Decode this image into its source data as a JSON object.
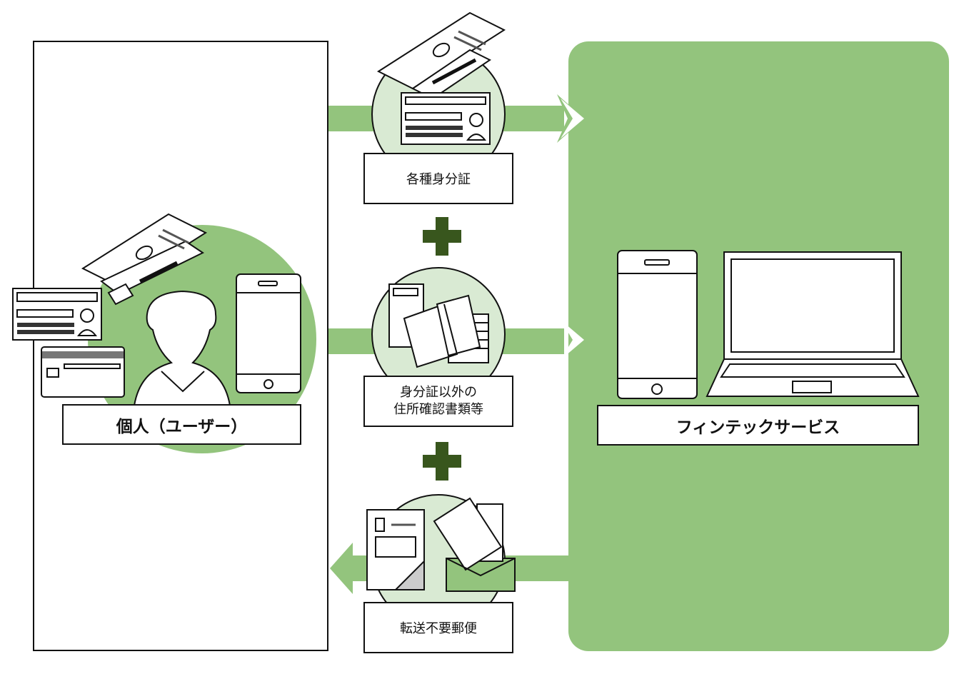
{
  "colors": {
    "green_panel": "#93c47d",
    "green_light": "#d9ead3",
    "green_plus": "#38561d",
    "stroke": "#111111"
  },
  "left_panel": {
    "label": "個人（ユーザー）"
  },
  "right_panel": {
    "label": "フィンテックサービス"
  },
  "steps": [
    {
      "label": "各種身分証",
      "direction": "to-service",
      "icon": "id-documents-icon"
    },
    {
      "label_line1": "身分証以外の",
      "label_line2": "住所確認書類等",
      "direction": "to-service",
      "icon": "address-documents-icon"
    },
    {
      "label": "転送不要郵便",
      "direction": "to-user",
      "icon": "mail-envelope-icon"
    }
  ],
  "connectors": [
    "plus-icon",
    "plus-icon"
  ],
  "devices": {
    "user": [
      "passport-icon",
      "id-card-icon",
      "credit-card-icon",
      "user-silhouette-icon",
      "smartphone-icon"
    ],
    "service": [
      "smartphone-icon",
      "laptop-icon"
    ]
  }
}
